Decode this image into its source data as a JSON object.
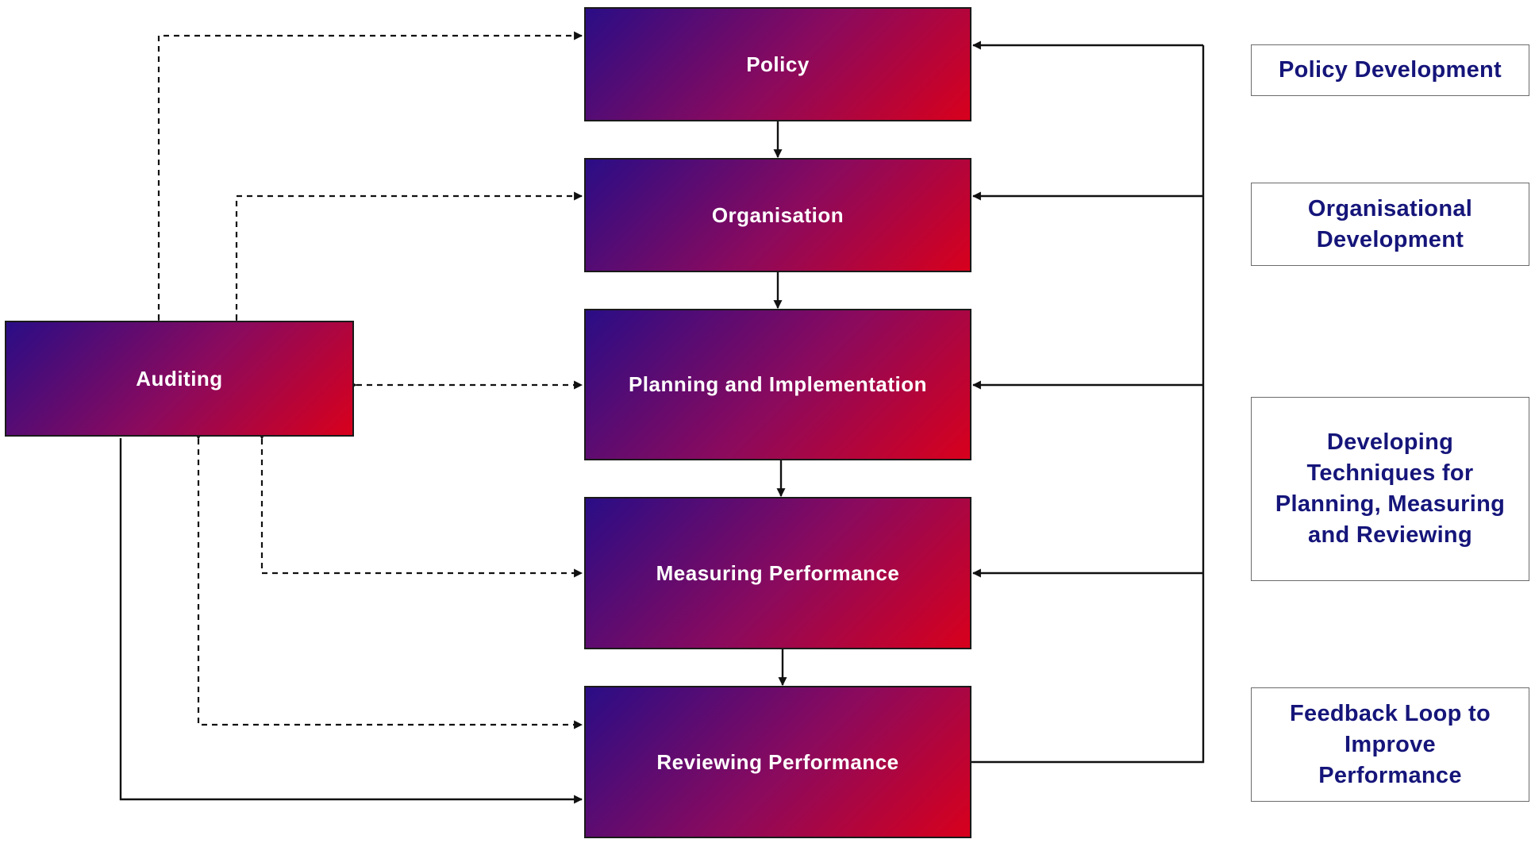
{
  "nodes": {
    "policy": "Policy",
    "organisation": "Organisation",
    "planning": "Planning and Implementation",
    "measuring": "Measuring Performance",
    "reviewing": "Reviewing Performance",
    "auditing": "Auditing"
  },
  "notes": {
    "policy_dev": "Policy Development",
    "org_dev": "Organisational\nDevelopment",
    "techniques": "Developing\nTechniques for\nPlanning, Measuring\nand Reviewing",
    "feedback": "Feedback Loop to\nImprove\nPerformance"
  },
  "colors": {
    "box_gradient_start": "#2a0d86",
    "box_gradient_mid": "#8a0a5e",
    "box_gradient_end": "#d8001c",
    "note_text": "#15157a",
    "connector": "#111111"
  }
}
